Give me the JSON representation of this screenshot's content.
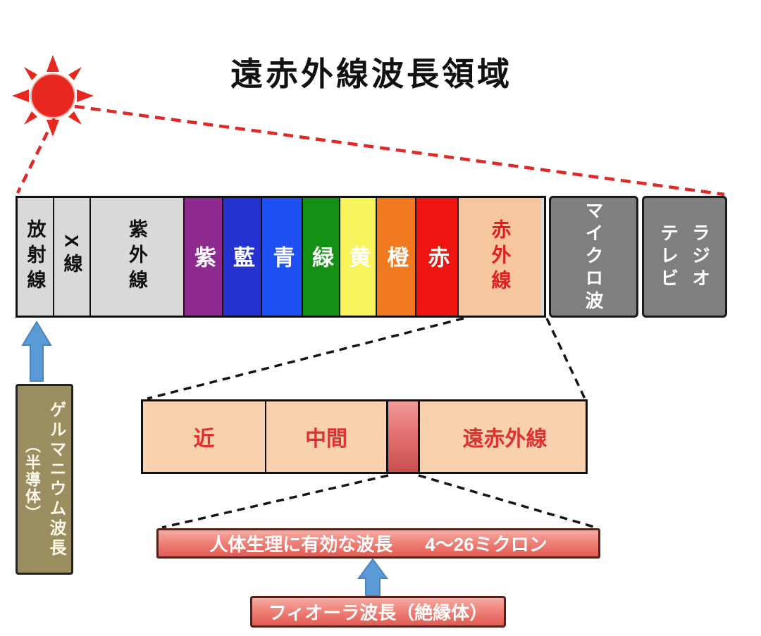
{
  "title": "遠赤外線波長領域",
  "colors": {
    "background": "#ffffff",
    "sun_red": "#e8281e",
    "red_dashed_line": "#e02826",
    "black_dashed_line": "#151515",
    "arrow_blue": "#5b9bd5",
    "gray_segment": "#d9d9d9",
    "dark_gray_box": "#7f7f7f",
    "infrared_peach": "#f6c79e",
    "infrared_bar_peach": "#f8d2ae",
    "red_band": "#d95f5f",
    "pink_bar": "#e8685f",
    "germanium_olive": "#9a8d5f"
  },
  "spectrum_bar": {
    "segments": [
      {
        "label": "放射線",
        "bg": "#d9d9d9"
      },
      {
        "label": "X線",
        "bg": "#d9d9d9"
      },
      {
        "label": "紫外線",
        "bg": "#d9d9d9"
      },
      {
        "label": "紫",
        "bg": "#8e2a8e"
      },
      {
        "label": "藍",
        "bg": "#2433cf"
      },
      {
        "label": "青",
        "bg": "#1e4ff2"
      },
      {
        "label": "緑",
        "bg": "#149014"
      },
      {
        "label": "黄",
        "bg": "#f8f55c"
      },
      {
        "label": "橙",
        "bg": "#f1791f"
      },
      {
        "label": "赤",
        "bg": "#ee1411"
      },
      {
        "label": "赤外線",
        "bg": "#f6c79e"
      }
    ],
    "microwave": {
      "label": "マイクロ波",
      "bg": "#7f7f7f"
    },
    "radio_tv": {
      "line1": "ラジオ",
      "line2": "テレビ",
      "bg": "#7f7f7f"
    }
  },
  "germanium_box": {
    "label": "ゲルマニウム波長",
    "sub_label": "（半導体）",
    "bg": "#9a8d5f"
  },
  "infrared_bar": {
    "near": "近",
    "middle": "中間",
    "far": "遠赤外線",
    "bg": "#f8d2ae"
  },
  "effective_band": {
    "label": "人体生理に有効な波長",
    "value": "4～26ミクロン",
    "bg": "#e8685f"
  },
  "fiora_box": {
    "label": "フィオーラ波長（絶縁体）",
    "bg": "#e8685f"
  }
}
